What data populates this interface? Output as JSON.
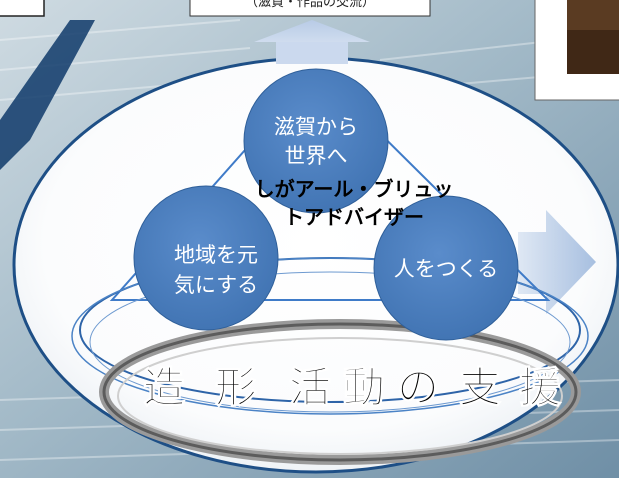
{
  "top_caption": "（滋賀・作品の交流）",
  "circles": {
    "top": [
      "滋賀から",
      "世界へ"
    ],
    "left": [
      "地域を元",
      "気にする"
    ],
    "right": "人をつくる"
  },
  "center_label": [
    "しがアール・ブリュッ",
    "トアドバイザー"
  ],
  "bottom_label": [
    "造",
    "形",
    "活",
    "動",
    "の",
    "支",
    "援"
  ],
  "colors": {
    "circle_fill": "#4a7fbd",
    "circle_stroke": "#2f5f99",
    "ellipse_fill": "#ffffff",
    "ellipse_stroke": "#1e4f86",
    "arrow_fill": "#c2d2ea",
    "background": "#9fb7c6"
  }
}
